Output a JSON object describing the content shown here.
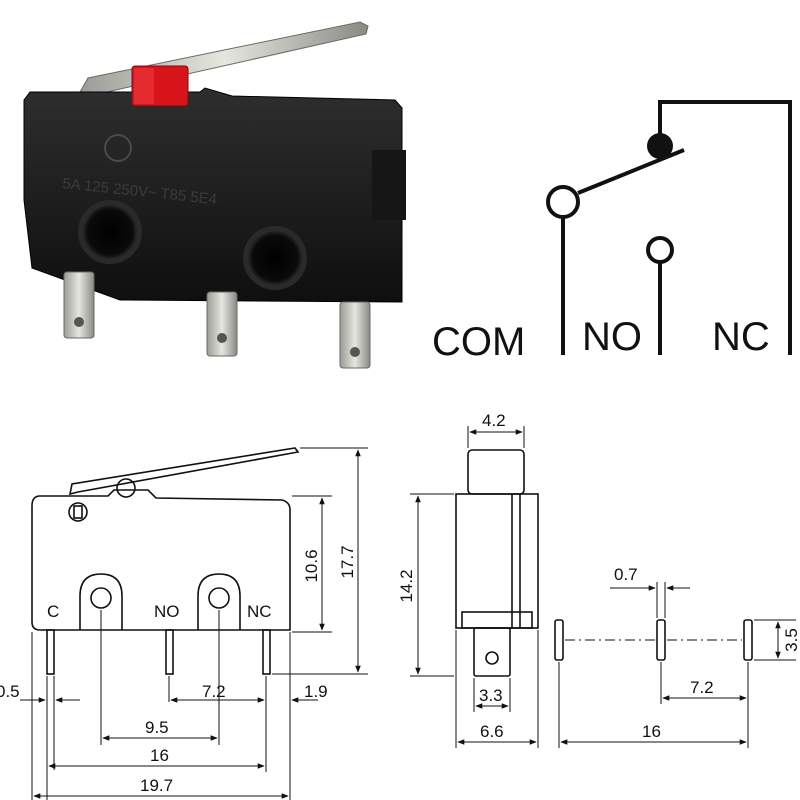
{
  "schematic": {
    "com_label": "COM",
    "no_label": "NO",
    "nc_label": "NC"
  },
  "photo": {
    "case_marking": "5A 125 250V~ T85 5E4"
  },
  "front_view": {
    "pin_c": "C",
    "pin_no": "NO",
    "pin_nc": "NC",
    "dim_body_height": "10.6",
    "dim_total_height": "17.7",
    "dim_pin_width": "0.5",
    "dim_pitch_no_nc": "7.2",
    "dim_nc_edge": "1.9",
    "dim_hole_spacing": "9.5",
    "dim_c_to_nc": "16",
    "dim_total_length": "19.7"
  },
  "side_view": {
    "dim_plunger": "4.2",
    "dim_height": "14.2",
    "dim_terminal": "3.3",
    "dim_width": "6.6"
  },
  "footprint": {
    "dim_pad_width": "0.7",
    "dim_pad_height": "3.5",
    "dim_pitch": "7.2",
    "dim_span": "16"
  }
}
